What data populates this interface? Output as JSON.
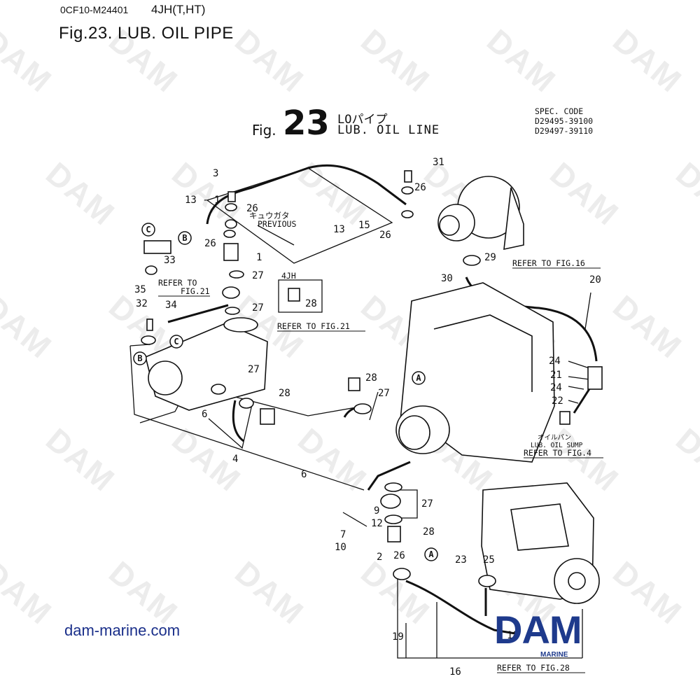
{
  "header": {
    "doc_code": "0CF10-M24401",
    "model": "4JH(T,HT)",
    "page_title": "Fig.23.  LUB. OIL PIPE"
  },
  "figure": {
    "prefix": "Fig.",
    "number": "23",
    "title_jp": "LOパイプ",
    "title_en": "LUB. OIL LINE",
    "spec_label": "SPEC. CODE",
    "spec_codes": [
      "D29495-39100",
      "D29497-39110"
    ]
  },
  "annotations": {
    "kyugata": "キュウガタ",
    "previous": "PREVIOUS",
    "variant": "4JH",
    "refer_fig16": "REFER TO FIG.16",
    "refer_fig21_top": "REFER TO",
    "refer_fig21_bottom": "FIG.21",
    "refer_fig21_b": "REFER TO FIG.21",
    "oil_pan_jp": "オイルパン",
    "lub_oil_sump": "LUB. OIL SUMP",
    "refer_fig4": "REFER TO FIG.4",
    "refer_fig28": "REFER TO FIG.28"
  },
  "callouts": {
    "c1": "1",
    "c2": "2",
    "c3": "3",
    "c4": "4",
    "c6a": "6",
    "c6b": "6",
    "c7": "7",
    "c9": "9",
    "c10": "10",
    "c12": "12",
    "c13_1": "13 - 1",
    "c13": "13",
    "c15": "15",
    "c16": "16",
    "c18": "18",
    "c19": "19",
    "c20": "20",
    "c21": "21",
    "c22": "22",
    "c23": "23",
    "c24a": "24",
    "c24b": "24",
    "c25": "25",
    "c26a": "26",
    "c26b": "26",
    "c26c": "26",
    "c26d": "26",
    "c26e": "26",
    "c27a": "27",
    "c27b": "27",
    "c27c": "27",
    "c27d": "27",
    "c27e": "27",
    "c28a": "28",
    "c28b": "28",
    "c28c": "28",
    "c28d": "28",
    "c29": "29",
    "c30": "30",
    "c31": "31",
    "c32": "32",
    "c33": "33",
    "c34": "34",
    "c35": "35"
  },
  "markers": {
    "A": "A",
    "B": "B",
    "C": "C"
  },
  "watermark": "DAM",
  "footer": {
    "site": "dam-marine.com",
    "logo_main": "DAM",
    "logo_sub": "MARINE"
  },
  "colors": {
    "logo": "#1e3a8c",
    "link": "#1a2f8a",
    "line": "#111111"
  }
}
